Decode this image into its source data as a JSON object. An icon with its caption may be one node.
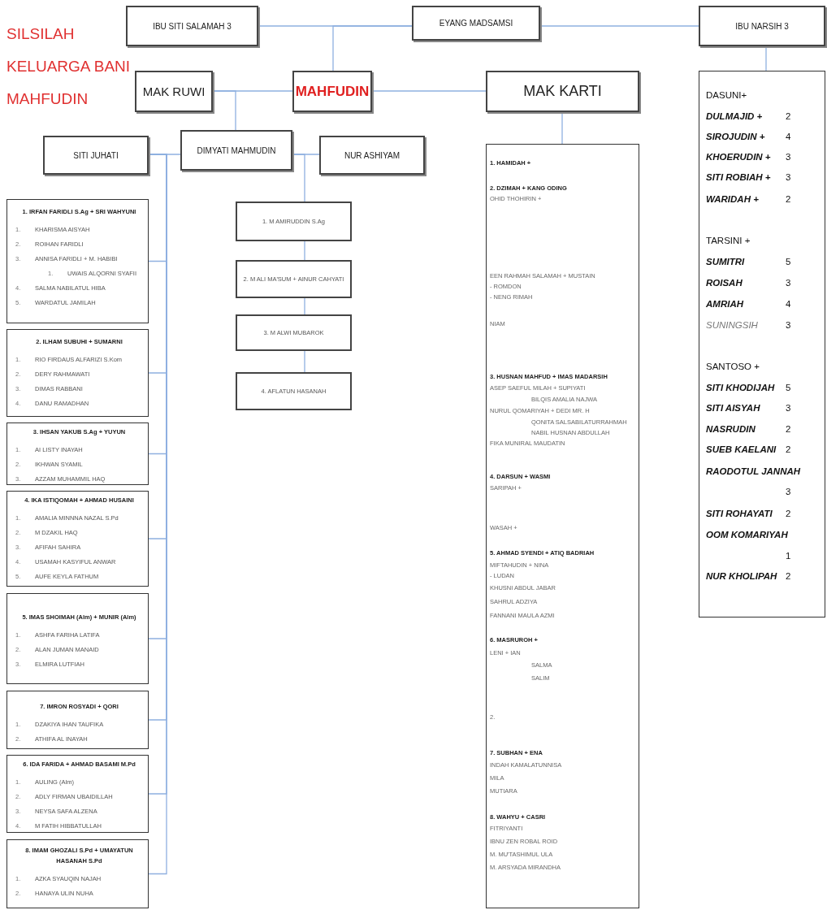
{
  "diagram": {
    "title": "SILSILAH KELUARGA BANI MAHFUDIN",
    "nodes": [
      {
        "text": [
          "IBU SITI SALAMAH 3"
        ]
      },
      {
        "text": [
          "EYANG MADSAMSI"
        ]
      },
      {
        "text": [
          "IBU NARSIH 3"
        ]
      },
      {
        "text": [
          "MAK RUWI"
        ]
      },
      {
        "text": [
          "MAHFUDIN"
        ]
      },
      {
        "text": [
          "MAK KARTI"
        ]
      },
      {
        "text": [
          "SITI JUHATI"
        ]
      },
      {
        "text": [
          "DIMYATI MAHMUDIN"
        ]
      },
      {
        "text": [
          "NUR ASHIYAM"
        ]
      },
      {
        "text": [
          "1. IRFAN FARIDLI S.Ag + SRI WAHYUNI",
          "1.",
          "KHARISMA AISYAH",
          "2.",
          "ROIHAN FARIDLI",
          "3.",
          "ANNISA FARIDLI + M. HABIBI",
          "1.",
          "UWAIS ALQORNI SYAFII",
          "4.",
          "SALMA NABILATUL HIBA",
          "5.",
          "WARDATUL JAMILAH"
        ]
      },
      {
        "text": [
          "2. ILHAM SUBUHI + SUMARNI",
          "1.",
          "RIO FIRDAUS ALFARIZI S.Kom",
          "2.",
          "DERY RAHMAWATI",
          "3.",
          "DIMAS RABBANI",
          "4.",
          "DANU RAMADHAN"
        ]
      },
      {
        "text": [
          "3. IHSAN YAKUB S.Ag + YUYUN",
          "1.",
          "AI LISTY INAYAH",
          "2.",
          "IKHWAN SYAMIL",
          "3.",
          "AZZAM MUHAMMIL HAQ"
        ]
      },
      {
        "text": [
          "4. IKA ISTIQOMAH + AHMAD HUSAINI",
          "1.",
          "AMALIA MINNNA NAZAL S.Pd",
          "2.",
          "M DZAKIL HAQ",
          "3.",
          "AFIFAH SAHIRA",
          "4.",
          "USAMAH KASYIFUL ANWAR",
          "5.",
          "AUFE KEYLA FATHUM"
        ]
      },
      {
        "text": [
          "5. IMAS SHOIMAH (Alm) + MUNIR (Alm)",
          "1.",
          "ASHFA FARIHA LATIFA",
          "2.",
          "ALAN JUMAN MANAID",
          "3.",
          "ELMIRA LUTFIAH"
        ]
      },
      {
        "text": [
          "7. IMRON ROSYADI + QORI",
          "1.",
          "DZAKIYA IHAN TAUFIKA",
          "2.",
          "ATHIFA AL INAYAH"
        ]
      },
      {
        "text": [
          "6. IDA FARIDA + AHMAD BASAMI M.Pd",
          "1.",
          "AULING (Alm)",
          "2.",
          "ADLY FIRMAN UBAIDILLAH",
          "3.",
          "NEYSA SAFA ALZENA",
          "4.",
          "M FATIH HIBBATULLAH"
        ]
      },
      {
        "text": [
          "8. IMAM GHOZALI S.Pd + UMAYATUN HASANAH S.Pd",
          "1.",
          "AZKA SYAUQIN NAJAH",
          "2.",
          "HANAYA ULIN NUHA"
        ]
      },
      {
        "text": [
          "1. M AMIRUDDIN S.Ag"
        ]
      },
      {
        "text": [
          "2. M ALI MA'SUM + AINUR CAHYATI"
        ]
      },
      {
        "text": [
          "3. M ALWI MUBAROK"
        ]
      },
      {
        "text": [
          "4. AFLATUN HASANAH"
        ]
      },
      {
        "text": [
          "1. HAMIDAH +",
          "2. DZIMAH + KANG ODING",
          "OHID THOHIRIN +",
          "EEN RAHMAH SALAMAH + MUSTAIN",
          "- ROMDON",
          "- NENG RIMAH",
          "NIAM",
          "3. HUSNAN MAHFUD + IMAS MADARSIH",
          "ASEP SAEFUL MILAH + SUPIYATI",
          "BILQIS AMALIA NAJWA",
          "NURUL QOMARIYAH + DEDI MR. H",
          "QONITA SALSABILATURRAHMAH",
          "NABIL HUSNAN ABDULLAH",
          "FIKA MUNIRAL MAUDATIN",
          "4. DARSUN + WASMI",
          "SARIPAH +",
          "WASAH +",
          "5. AHMAD SYENDI + ATIQ BADRIAH",
          "MIFTAHUDIN + NINA",
          "- LUDAN",
          "KHUSNI ABDUL JABAR",
          "SAHRUL ADZIYA",
          "FANNANI MAULA AZMI",
          "6. MASRUROH +",
          "LENI + IAN",
          "SALMA",
          "SALIM",
          "2.",
          "7. SUBHAN + ENA",
          "INDAH KAMALATUNNISA",
          "MILA",
          "MUTIARA",
          "8. WAHYU + CASRI",
          "FITRIYANTI",
          "IBNU ZEN ROBAL ROID",
          "M. MU'TASHIMUL ULA",
          "M. ARSYADA MIRANDHA"
        ]
      },
      {
        "text": [
          "DASUNI+",
          "DULMAJID +",
          "2",
          "SIROJUDIN +",
          "4",
          "KHOERUDIN +",
          "3",
          "SITI ROBIAH +",
          "3",
          "WARIDAH +",
          "2",
          "TARSINI +",
          "SUMITRI",
          "5",
          "ROISAH",
          "3",
          "AMRIAH",
          "4",
          "SUNINGSIH",
          "3",
          "SANTOSO +",
          "SITI KHODIJAH",
          "5",
          "SITI AISYAH",
          "3",
          "NASRUDIN",
          "2",
          "SUEB KAELANI",
          "2",
          "RAODOTUL JANNAH",
          "3",
          "SITI ROHAYATI",
          "2",
          "OOM KOMARIYAH",
          "1",
          "NUR KHOLIPAH",
          "2"
        ]
      }
    ],
    "edges": [
      {
        "from": 0,
        "to": 1,
        "arrow": "none"
      },
      {
        "from": 1,
        "to": 2,
        "arrow": "none"
      },
      {
        "from": 1,
        "to": 4,
        "arrow": "none"
      },
      {
        "from": 3,
        "to": 4,
        "arrow": "none"
      },
      {
        "from": 4,
        "to": 5,
        "arrow": "none"
      },
      {
        "from": 3,
        "to": 7,
        "arrow": "none"
      },
      {
        "from": 5,
        "to": 21,
        "arrow": "none"
      },
      {
        "from": 2,
        "to": 22,
        "arrow": "none"
      },
      {
        "from": 6,
        "to": 7,
        "arrow": "none"
      },
      {
        "from": 7,
        "to": 8,
        "arrow": "none"
      },
      {
        "from": 6,
        "to": 9,
        "arrow": "none"
      },
      {
        "from": 6,
        "to": 10,
        "arrow": "none"
      },
      {
        "from": 6,
        "to": 11,
        "arrow": "none"
      },
      {
        "from": 6,
        "to": 12,
        "arrow": "none"
      },
      {
        "from": 6,
        "to": 13,
        "arrow": "none"
      },
      {
        "from": 6,
        "to": 14,
        "arrow": "none"
      },
      {
        "from": 6,
        "to": 15,
        "arrow": "none"
      },
      {
        "from": 6,
        "to": 16,
        "arrow": "none"
      },
      {
        "from": 7,
        "to": 17,
        "arrow": "none"
      },
      {
        "from": 17,
        "to": 18,
        "arrow": "none"
      },
      {
        "from": 18,
        "to": 19,
        "arrow": "none"
      },
      {
        "from": 19,
        "to": 20,
        "arrow": "none"
      }
    ]
  }
}
